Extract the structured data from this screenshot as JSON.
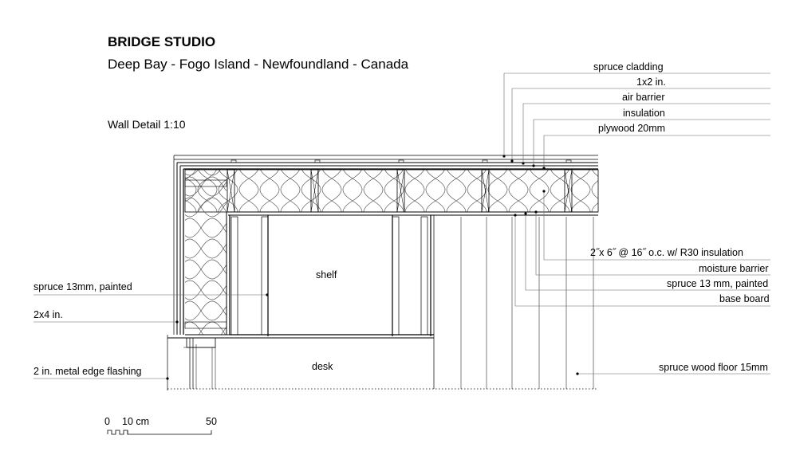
{
  "header": {
    "title": "BRIDGE STUDIO",
    "subtitle": "Deep Bay - Fogo Island - Newfoundland - Canada",
    "detail": "Wall Detail 1:10"
  },
  "labels_right": {
    "spruce_cladding": "spruce cladding",
    "one_by_two": "1x2 in.",
    "air_barrier": "air barrier",
    "insulation": "insulation",
    "plywood": "plywood 20mm",
    "studs": "2˝x 6˝ @ 16˝ o.c. w/ R30 insulation",
    "moisture_barrier": "moisture barrier",
    "spruce_painted": "spruce 13 mm, painted",
    "base_board": "base board",
    "floor": "spruce wood floor 15mm"
  },
  "labels_left": {
    "spruce_13": "spruce 13mm, painted",
    "two_by_four": "2x4 in.",
    "flashing": "2 in. metal edge flashing"
  },
  "rooms": {
    "shelf": "shelf",
    "desk": "desk"
  },
  "scale": {
    "zero": "0",
    "ten": "10 cm",
    "fifty": "50"
  }
}
